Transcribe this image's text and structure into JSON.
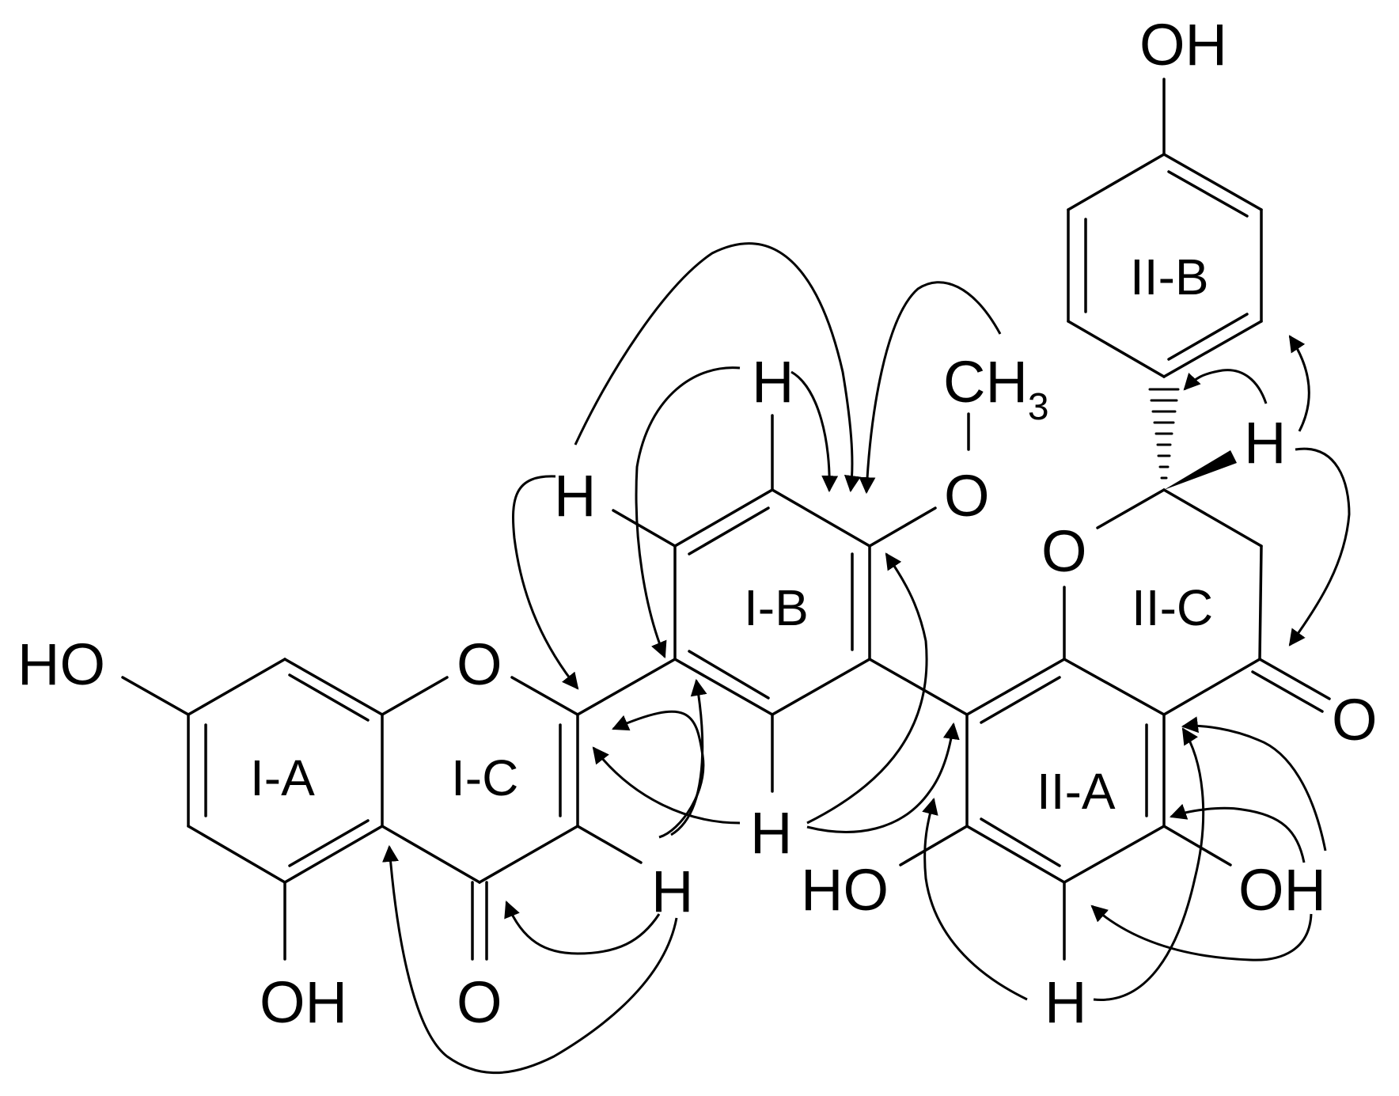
{
  "atoms": {
    "ho_ia": "HO",
    "oh_ia_bottom": "OH",
    "o_ic_ring": "O",
    "o_ic_carbonyl": "O",
    "h_ic3": "H",
    "h_ib2": "H",
    "h_ib_top": "H",
    "h_ib6": "H",
    "ch3": "CH",
    "ch3_sub": "3",
    "o_methoxy": "O",
    "o_iic_ring": "O",
    "o_iic_carbonyl": "O",
    "ho_iia": "HO",
    "oh_iia": "OH",
    "h_iia": "H",
    "h_iic2": "H",
    "oh_iib": "OH"
  },
  "ring_labels": {
    "ia": "I-A",
    "ic": "I-C",
    "ib": "I-B",
    "iia": "II-A",
    "iic": "II-C",
    "iib": "II-B"
  },
  "colors": {
    "ink": "#000000",
    "background": "#ffffff"
  }
}
